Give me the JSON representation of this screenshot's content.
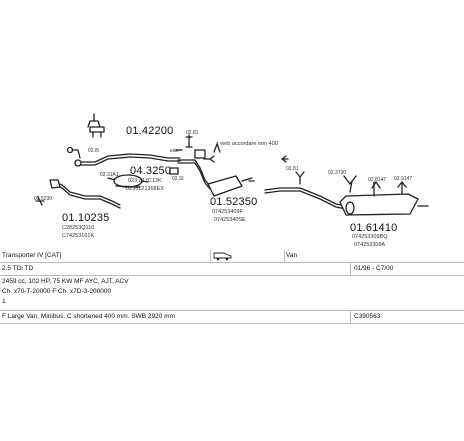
{
  "parts": {
    "p1": "01.42200",
    "p2": "04.3250",
    "p2_sub1": "023.317C13K",
    "p2_sub2": "0295121368EX",
    "p3": "01.52350",
    "p3_sub1": "074253409F",
    "p3_sub2": "07425340SE",
    "p4": "01.10235",
    "p4_sub1": "C28253Q110",
    "p4_sub2": "C74253161K",
    "p5": "01.61410",
    "p5_sub1": "074253309BQ",
    "p5_sub2": "074253309A",
    "clamp1": "02.81",
    "clamp2": "02.8i",
    "clamp3": "02.5230",
    "clamp4": "02.31A1",
    "clamp5": "02.SI",
    "clamp6": "02.3730",
    "clamp7": "02.8147",
    "clamp8": "02.9147",
    "clamp9": "02.81",
    "seal": "eas"
  },
  "annotation": "x web accordare mm 400",
  "info": {
    "model": "Transporter IV [CAT]",
    "vehicle_type": "Van",
    "engine": "2.5 TDi TD",
    "years": "01/96 - C7/00",
    "codes": "2459 cc, 102 HP, 75 KW MF AYC, AJT, ACV",
    "chassis": "Ch. x70-T-20000 F Ch. x7D-3-200000",
    "pipes": "1",
    "body": "F Large Van, Minibus. C shortened 400 mm. SWB 2920 mm",
    "catalog_no": "C390563"
  },
  "colors": {
    "line": "#222222",
    "border": "#bdbdbd"
  }
}
